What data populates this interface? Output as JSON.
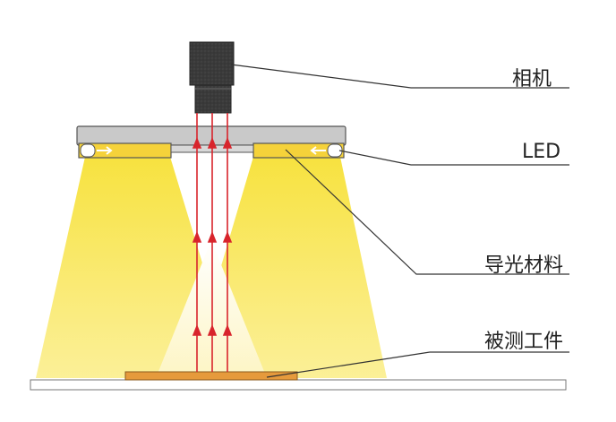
{
  "labels": {
    "camera": "相机",
    "led": "LED",
    "light_guide": "导光材料",
    "workpiece": "被测工件"
  },
  "icons": {
    "camera": "camera-icon",
    "ray_arrow": "arrow-up-icon"
  },
  "colors": {
    "light_beam": "#f7e23f",
    "light_beam_pale": "#fcf6c0",
    "ray": "#d8242c",
    "camera_body": "#3c3c3c",
    "housing": "#c9c9c9",
    "housing_edge": "#555555",
    "led_strip": "#f5d23a",
    "workpiece": "#e69a3c",
    "leader_line": "#333333"
  }
}
